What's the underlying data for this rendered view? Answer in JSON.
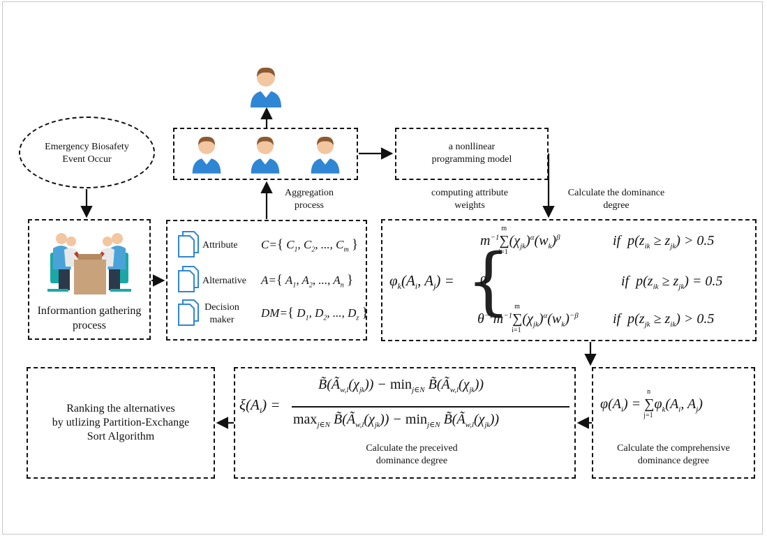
{
  "nodes": {
    "event": {
      "label_line1": "Emergency Biosafety",
      "label_line2": "Event Occur"
    },
    "info_gathering": {
      "label_line1": "Informantion gathering",
      "label_line2": "process"
    },
    "sets": {
      "attribute": {
        "label": "Attribute",
        "formula": "C={C1, C2, ..., Cm}"
      },
      "alternative": {
        "label": "Alternative",
        "formula": "A={A1, A2, ..., An}"
      },
      "decision_maker": {
        "label_line1": "Decision",
        "label_line2": "maker",
        "formula": "DM={D1, D2, ..., Dz}"
      }
    },
    "nonlinear_model": {
      "label_line1": "a nonllinear",
      "label_line2": "programming model"
    },
    "ranking": {
      "label_line1": "Ranking the alternatives",
      "label_line2": "by utlizing Partition-Exchange",
      "label_line3": "Sort Algorithm"
    }
  },
  "edge_labels": {
    "aggregation": {
      "line1": "Aggregation",
      "line2": "process"
    },
    "attribute_weights": {
      "line1": "computing attribute",
      "line2": "weights"
    },
    "dominance": {
      "line1": "Calculate the dominance",
      "line2": "degree"
    },
    "perceived": {
      "line1": "Calculate the preceived",
      "line2": "dominance degree"
    },
    "comprehensive": {
      "line1": "Calculate the comprehensive",
      "line2": "dominance degree"
    }
  },
  "formulas": {
    "dominance_lhs": "φk(Ai, Aj) =",
    "case1_cond": "if p(zik ≥ zjk) > 0.5",
    "case2_val": "0",
    "case2_cond": "if p(zik ≥ zjk) = 0.5",
    "case3_cond": "if p(zjk ≥ zik) > 0.5",
    "comprehensive": "φ(Ai) = Σ j=1..n φk(Ai, Aj)",
    "perceived_lhs": "ξ(Ai) ="
  },
  "icons": [
    "person-icon",
    "document-icon",
    "meeting-icon",
    "arrow-icon"
  ]
}
